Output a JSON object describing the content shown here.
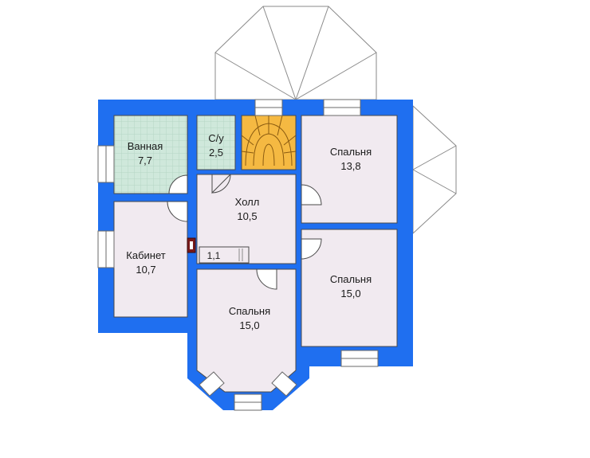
{
  "floor_plan": {
    "colors": {
      "wall": "#1f6ff0",
      "room_fill": "#f1eaf0",
      "bath_fill": "#cfe8db",
      "stair_fill": "#f5b942",
      "window_frame": "#ffffff",
      "outline": "#4a4a4a",
      "chimney": "#7a1a1a"
    },
    "rooms": {
      "bath": {
        "name": "Ванная",
        "area": "7,7"
      },
      "wc": {
        "name": "С/у",
        "area": "2,5"
      },
      "hall": {
        "name": "Холл",
        "area": "10,5"
      },
      "bedroom_ne": {
        "name": "Спальня",
        "area": "13,8"
      },
      "office": {
        "name": "Кабинет",
        "area": "10,7"
      },
      "closet": {
        "area": "1,1"
      },
      "bedroom_e": {
        "name": "Спальня",
        "area": "15,0"
      },
      "bedroom_s": {
        "name": "Спальня",
        "area": "15,0"
      }
    }
  }
}
